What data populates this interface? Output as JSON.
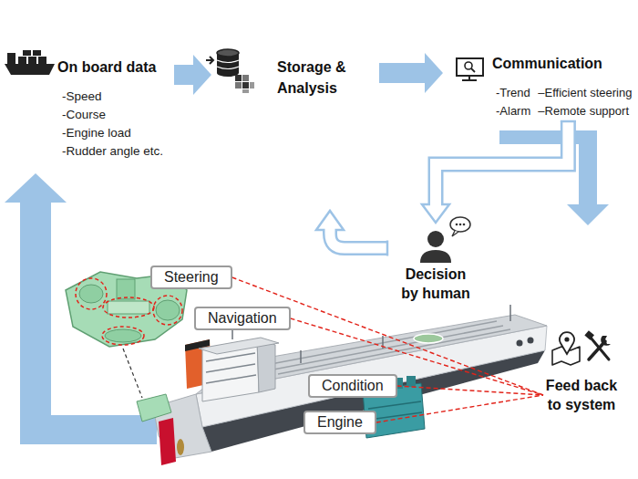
{
  "diagram": {
    "nodes": [
      {
        "text": [
          "On board data",
          "-Speed",
          "-Course",
          "-Engine load",
          "-Rudder angle etc."
        ]
      },
      {
        "text": [
          "Storage & Analysis"
        ]
      },
      {
        "text": [
          "Communication",
          "-Trend",
          "–Efficient steering",
          "-Alarm",
          "–Remote support"
        ]
      },
      {
        "text": [
          "Decision by human"
        ]
      },
      {
        "text": [
          "Steering"
        ]
      },
      {
        "text": [
          "Navigation"
        ]
      },
      {
        "text": [
          "Condition"
        ]
      },
      {
        "text": [
          "Engine"
        ]
      },
      {
        "text": [
          "Feed back to system"
        ]
      }
    ],
    "edges": [
      {
        "from": 0,
        "to": 1,
        "arrow": "to"
      },
      {
        "from": 1,
        "to": 2,
        "arrow": "to"
      },
      {
        "from": 2,
        "to": 3,
        "arrow": "to"
      },
      {
        "from": 4,
        "to": 8,
        "arrow": "none"
      },
      {
        "from": 5,
        "to": 8,
        "arrow": "none"
      },
      {
        "from": 6,
        "to": 8,
        "arrow": "none"
      },
      {
        "from": 7,
        "to": 8,
        "arrow": "none"
      }
    ]
  }
}
